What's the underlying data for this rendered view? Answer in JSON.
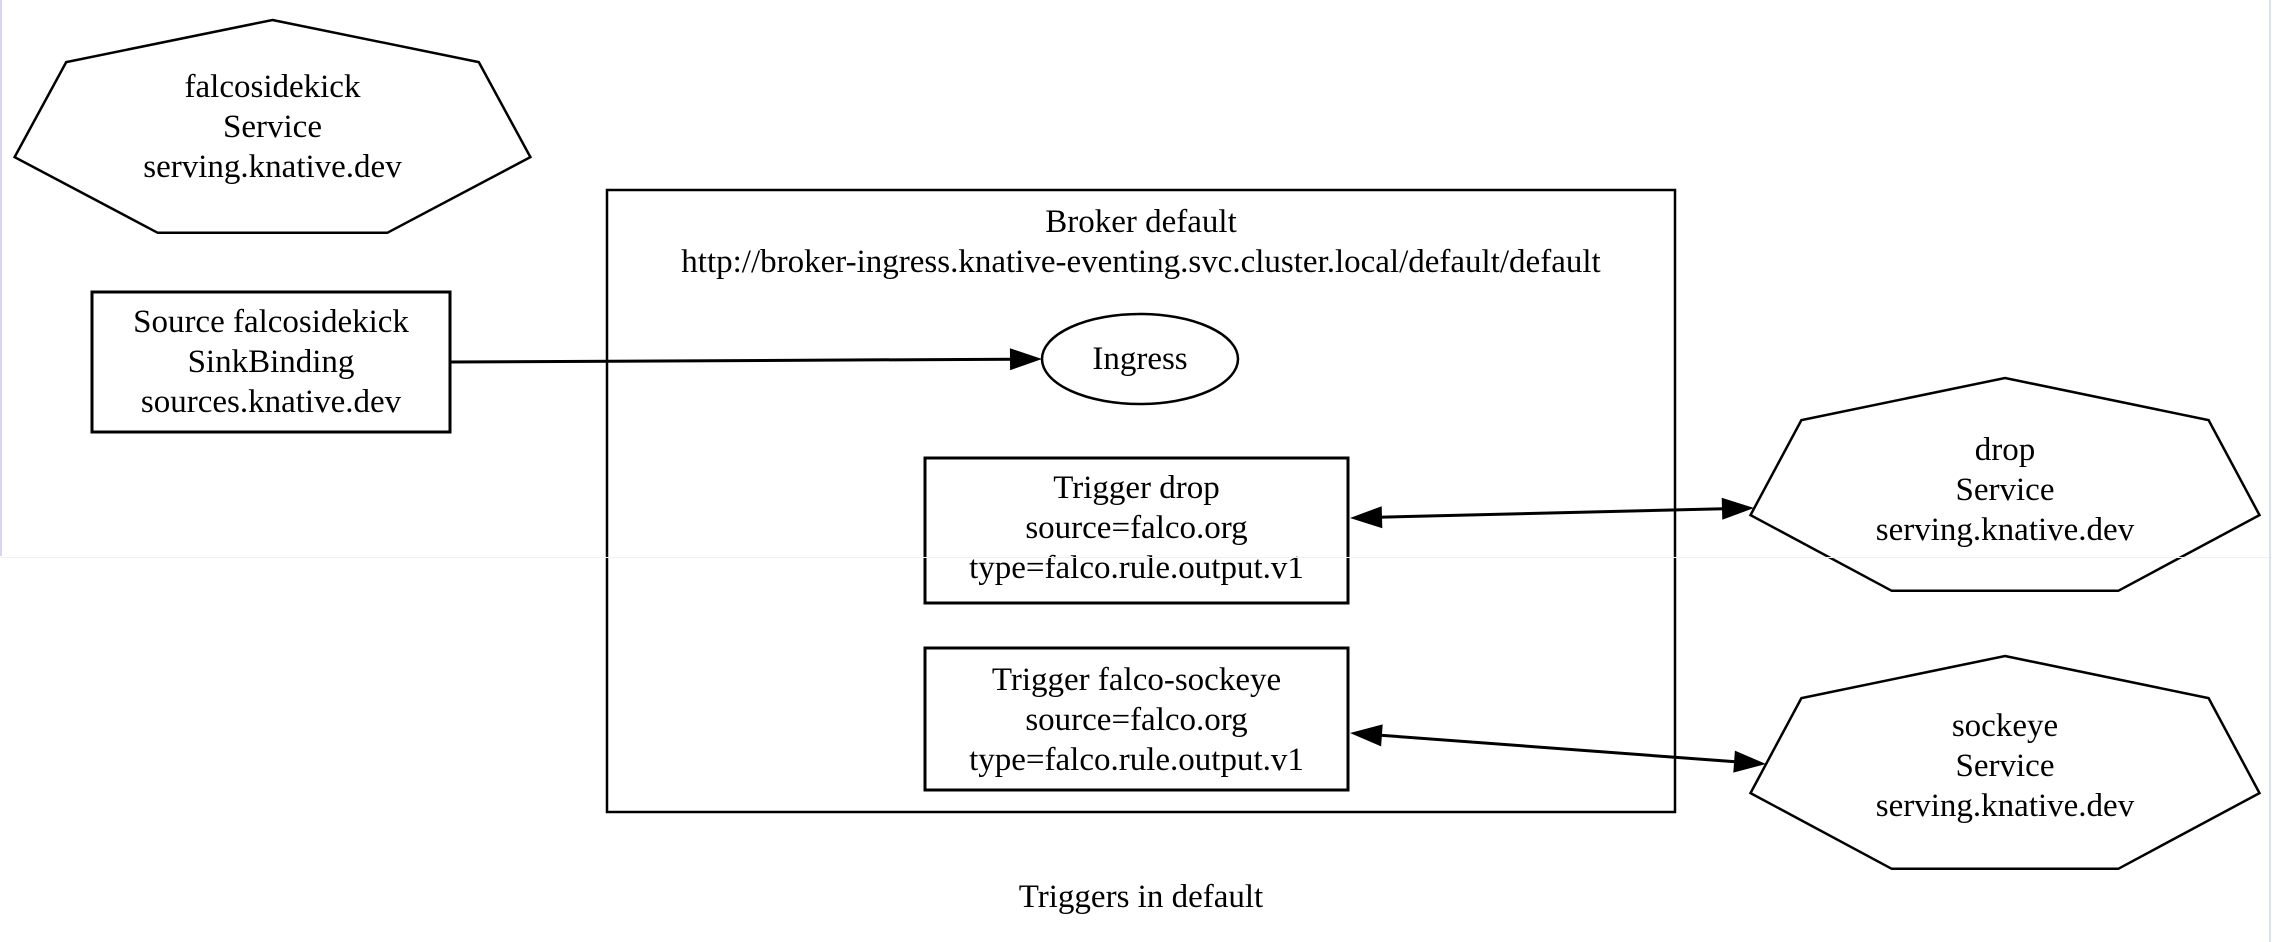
{
  "diagram": {
    "caption": "Triggers in default",
    "background_color": "#ffffff",
    "stroke_color": "#000000",
    "artifact_colors": {
      "left_edge": "#d6d6f0",
      "right_edge": "#dde1e9",
      "faint_rule": "#f0f0f5"
    },
    "nodes": {
      "falcosidekick_service": {
        "shape": "heptagon",
        "lines": [
          "falcosidekick",
          "Service",
          "serving.knative.dev"
        ]
      },
      "source_falcosidekick": {
        "shape": "box",
        "lines": [
          "Source falcosidekick",
          "SinkBinding",
          "sources.knative.dev"
        ]
      },
      "broker": {
        "shape": "box",
        "lines": [
          "Broker default",
          "http://broker-ingress.knative-eventing.svc.cluster.local/default/default"
        ]
      },
      "ingress": {
        "shape": "ellipse",
        "lines": [
          "Ingress"
        ]
      },
      "trigger_drop": {
        "shape": "box",
        "lines": [
          "Trigger drop",
          "source=falco.org",
          "type=falco.rule.output.v1"
        ]
      },
      "trigger_falco_sockeye": {
        "shape": "box",
        "lines": [
          "Trigger falco-sockeye",
          "source=falco.org",
          "type=falco.rule.output.v1"
        ]
      },
      "drop_service": {
        "shape": "heptagon",
        "lines": [
          "drop",
          "Service",
          "serving.knative.dev"
        ]
      },
      "sockeye_service": {
        "shape": "heptagon",
        "lines": [
          "sockeye",
          "Service",
          "serving.knative.dev"
        ]
      }
    },
    "edges": [
      {
        "from": "source_falcosidekick",
        "to": "ingress",
        "direction": "forward"
      },
      {
        "from": "trigger_drop",
        "to": "drop_service",
        "direction": "both"
      },
      {
        "from": "trigger_falco_sockeye",
        "to": "sockeye_service",
        "direction": "both"
      }
    ]
  }
}
